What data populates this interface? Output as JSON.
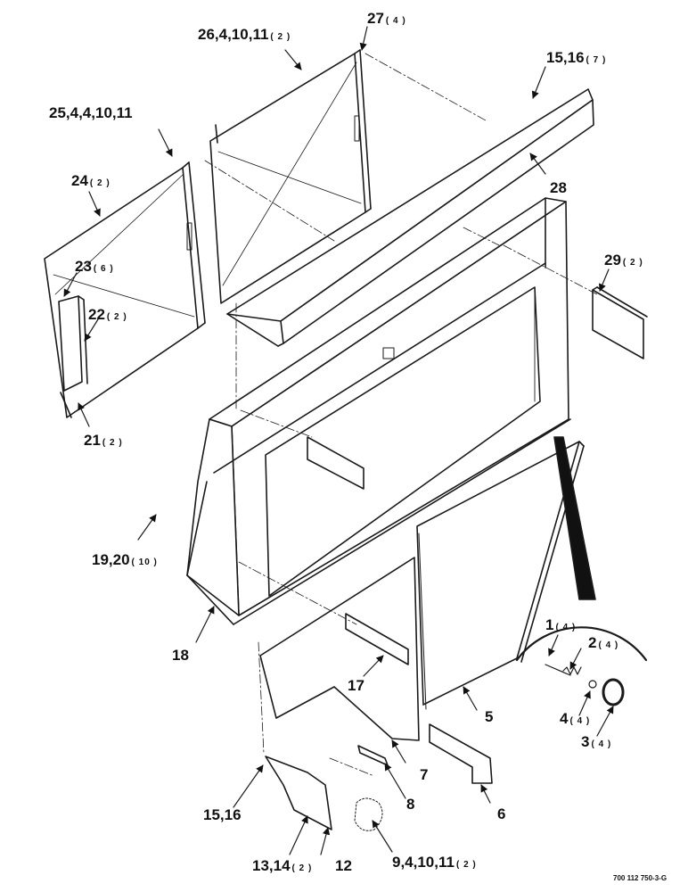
{
  "figure_id": "700 112 750-3-G",
  "callouts": {
    "c26": {
      "num": "26,4,10,11",
      "qty": "( 2 )"
    },
    "c27": {
      "num": "27",
      "qty": "( 4 )"
    },
    "c15a": {
      "num": "15,16",
      "qty": "( 7 )"
    },
    "c25": {
      "num": "25,4,4,10,11",
      "qty": ""
    },
    "c24": {
      "num": "24",
      "qty": "( 2 )"
    },
    "c28": {
      "num": "28",
      "qty": ""
    },
    "c23": {
      "num": "23",
      "qty": "( 6 )"
    },
    "c29": {
      "num": "29",
      "qty": "( 2 )"
    },
    "c22": {
      "num": "22",
      "qty": "( 2 )"
    },
    "c21": {
      "num": "21",
      "qty": "( 2 )"
    },
    "c19": {
      "num": "19,20",
      "qty": "( 10 )"
    },
    "c1": {
      "num": "1",
      "qty": "( 4 )"
    },
    "c2": {
      "num": "2",
      "qty": "( 4 )"
    },
    "c18": {
      "num": "18",
      "qty": ""
    },
    "c17": {
      "num": "17",
      "qty": ""
    },
    "c4": {
      "num": "4",
      "qty": "( 4 )"
    },
    "c5": {
      "num": "5",
      "qty": ""
    },
    "c3": {
      "num": "3",
      "qty": "( 4 )"
    },
    "c7": {
      "num": "7",
      "qty": ""
    },
    "c8": {
      "num": "8",
      "qty": ""
    },
    "c15b": {
      "num": "15,16",
      "qty": ""
    },
    "c6": {
      "num": "6",
      "qty": ""
    },
    "c13": {
      "num": "13,14",
      "qty": "( 2 )"
    },
    "c12": {
      "num": "12",
      "qty": ""
    },
    "c9": {
      "num": "9,4,10,11",
      "qty": "( 2 )"
    }
  }
}
